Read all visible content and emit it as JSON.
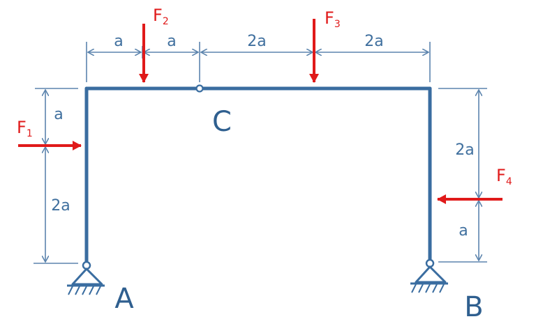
{
  "colors": {
    "frame": "#3a6da0",
    "force": "#e01a1a",
    "dimension": "#5c84ad",
    "text": "#3f6f9e"
  },
  "points": {
    "A": "A",
    "B": "B",
    "C": "C"
  },
  "forces": {
    "F1": "F",
    "F1_sub": "1",
    "F2": "F",
    "F2_sub": "2",
    "F3": "F",
    "F3_sub": "3",
    "F4": "F",
    "F4_sub": "4"
  },
  "dimensions": {
    "top": [
      "a",
      "a",
      "2a",
      "2a"
    ],
    "left": [
      "a",
      "2a"
    ],
    "right": [
      "2a",
      "a"
    ]
  },
  "icons": {
    "pin_support_A": "pin-support-icon",
    "pin_support_B": "pin-support-icon",
    "hinge_C": "hinge-icon"
  }
}
